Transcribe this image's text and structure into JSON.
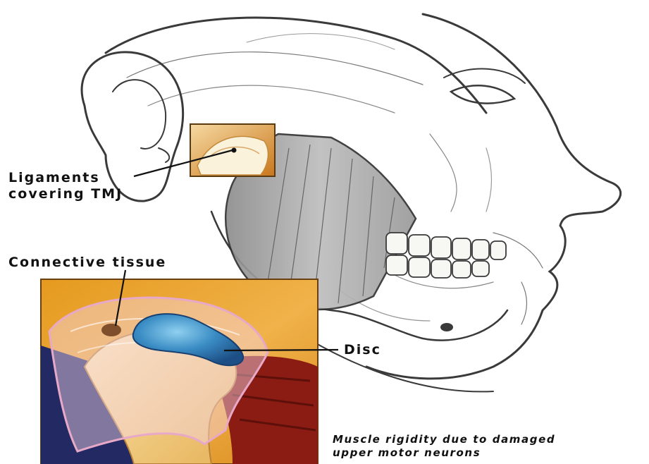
{
  "labels": {
    "ligaments_line1": "Ligaments",
    "ligaments_line2": "covering TMJ",
    "connective_tissue": "Connective tissue",
    "disc": "Disc"
  },
  "caption": {
    "line1": "Muscle rigidity due to damaged",
    "line2": "upper motor neurons"
  },
  "colors": {
    "sketch": "#3a3a3a",
    "inset_orange": "#e39a23",
    "disc_blue": "#2f7fb8",
    "bone": "#f2d48a",
    "muscle_red": "#8b1c14",
    "navy": "#232a63"
  }
}
